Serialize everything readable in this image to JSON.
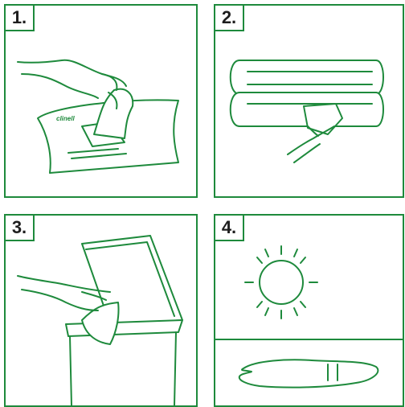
{
  "steps": [
    {
      "number": "1.",
      "icon": "wipe-pack-pull-icon"
    },
    {
      "number": "2.",
      "icon": "wipe-surface-icon"
    },
    {
      "number": "3.",
      "icon": "dispose-bin-icon"
    },
    {
      "number": "4.",
      "icon": "air-dry-sun-puddle-icon"
    }
  ],
  "pack_brand": "clinell",
  "colors": {
    "accent": "#1e8a3c",
    "text": "#1e1e1e",
    "background": "#ffffff"
  }
}
